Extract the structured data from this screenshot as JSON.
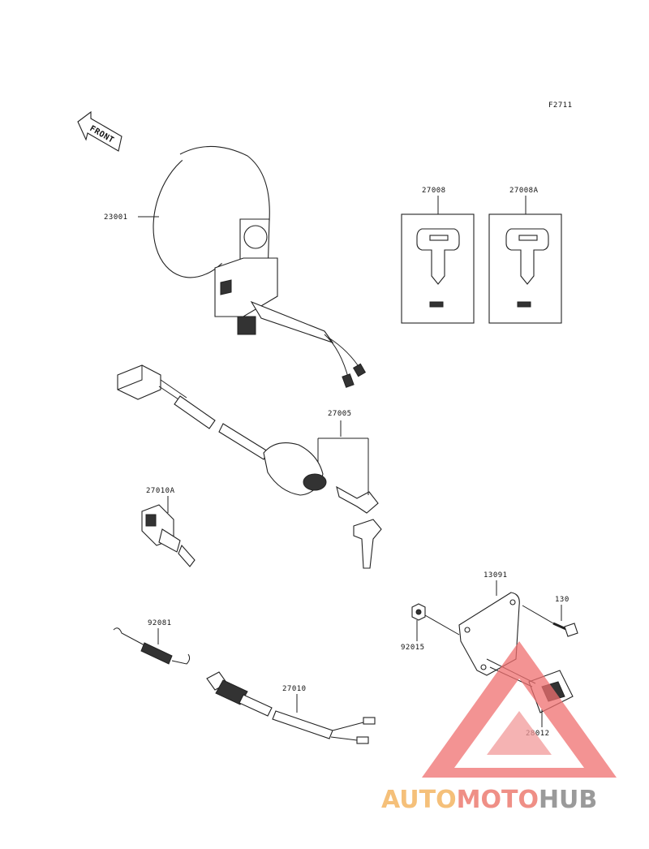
{
  "figure_code": "F2711",
  "front_arrow_label": "FRONT",
  "parts": {
    "headlight": "23001",
    "key_blank": "27008",
    "key_blank_alt": "27008A",
    "ignition_switch": "27005",
    "toggle_switch": "27010A",
    "spring": "92081",
    "brake_switch": "27010",
    "bracket": "13091",
    "bolt": "130",
    "nut": "92015",
    "reflector": "28012"
  },
  "watermark": {
    "word1": "AUTO",
    "word2": "MOTO",
    "word3": "HUB",
    "colors": {
      "word1": "#f5c07a",
      "word2": "#ef8f86",
      "word3": "#9a9a9a",
      "triangle": "#ef6f6f"
    }
  }
}
